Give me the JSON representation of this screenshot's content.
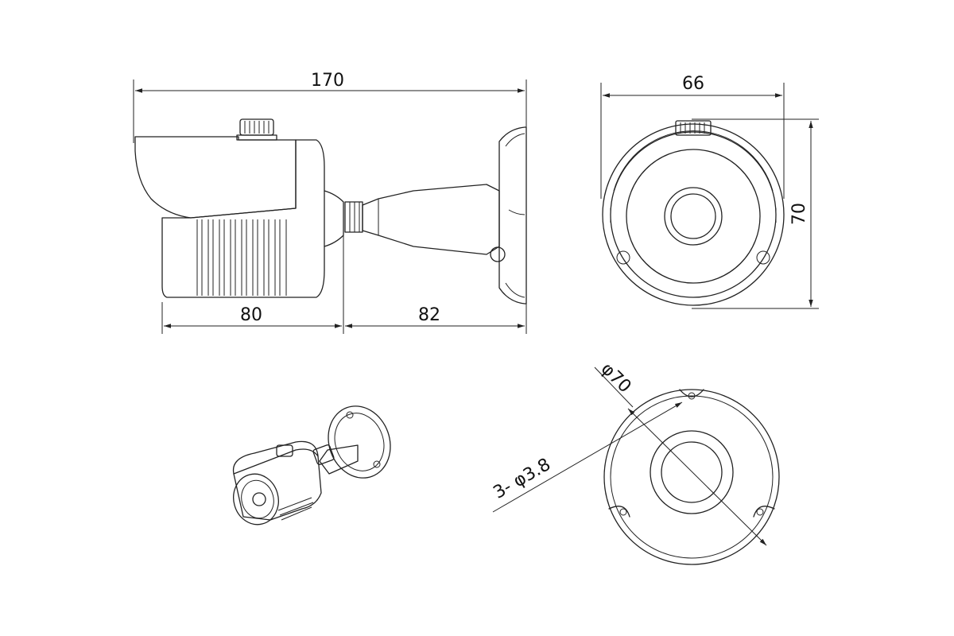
{
  "dimensions": {
    "side_total_length": "170",
    "side_body_length": "80",
    "side_mount_length": "82",
    "front_width": "66",
    "front_height": "70",
    "base_diameter": "φ70",
    "base_holes": "3- φ3.8"
  },
  "colors": {
    "line": "#222222",
    "background": "#ffffff"
  }
}
